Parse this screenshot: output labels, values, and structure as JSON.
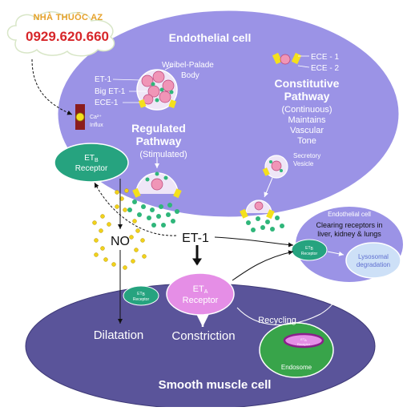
{
  "colors": {
    "endothelial_fill": "#9b93e6",
    "endothelial_stroke": "#ffffff",
    "smooth_muscle_fill": "#5a549a",
    "eta_receptor_fill": "#e58ee6",
    "etb_receptor_fill": "#26a37f",
    "endosome_fill": "#38a44a",
    "granule_color": "#2fb67a",
    "no_dot_color": "#f1d21a",
    "pink": "#f095b7",
    "yellow": "#f4e01c"
  },
  "logo": {
    "brand": "NHÀ THUỐC AZ",
    "phone": "0929.620.660"
  },
  "endothelial": {
    "title": "Endothelial cell",
    "weibel_palade": [
      "Weibel-Palade",
      "Body"
    ],
    "et_forms": [
      "ET-1",
      "Big ET-1",
      "ECE-1"
    ],
    "ece": [
      "ECE - 1",
      "ECE - 2"
    ],
    "regulated": [
      "Regulated",
      "Pathway"
    ],
    "stimulated": "(Stimulated)",
    "constitutive": [
      "Constitutive",
      "Pathway"
    ],
    "continuous": [
      "(Continuous)",
      "Maintains",
      "Vascular",
      "Tone"
    ],
    "secretory": [
      "Secretory",
      "Vesicle"
    ],
    "ca_influx": [
      "Ca²⁺",
      "Influx"
    ]
  },
  "etb_receptor": [
    "ET",
    "B",
    "Receptor"
  ],
  "no_label": "NO",
  "et1_label": "ET-1",
  "clearing_cell": {
    "title": "Endothelial cell",
    "clearing": [
      "Clearing receptors in",
      "liver, kidney & lungs"
    ],
    "etb_small": [
      "ET",
      "B",
      "Receptor"
    ],
    "lysosomal": [
      "Lysosomal",
      "degradation"
    ]
  },
  "smooth_muscle": {
    "title": "Smooth muscle cell",
    "eta_receptor": [
      "ET",
      "A",
      "Receptor"
    ],
    "etb_small": [
      "ET",
      "B",
      "Receptor"
    ],
    "dilatation": "Dilatation",
    "constriction": "Constriction",
    "recycling": "Recycling",
    "endosome": "Endosome",
    "endosome_eta": [
      "ET",
      "A",
      "Receptor"
    ]
  }
}
